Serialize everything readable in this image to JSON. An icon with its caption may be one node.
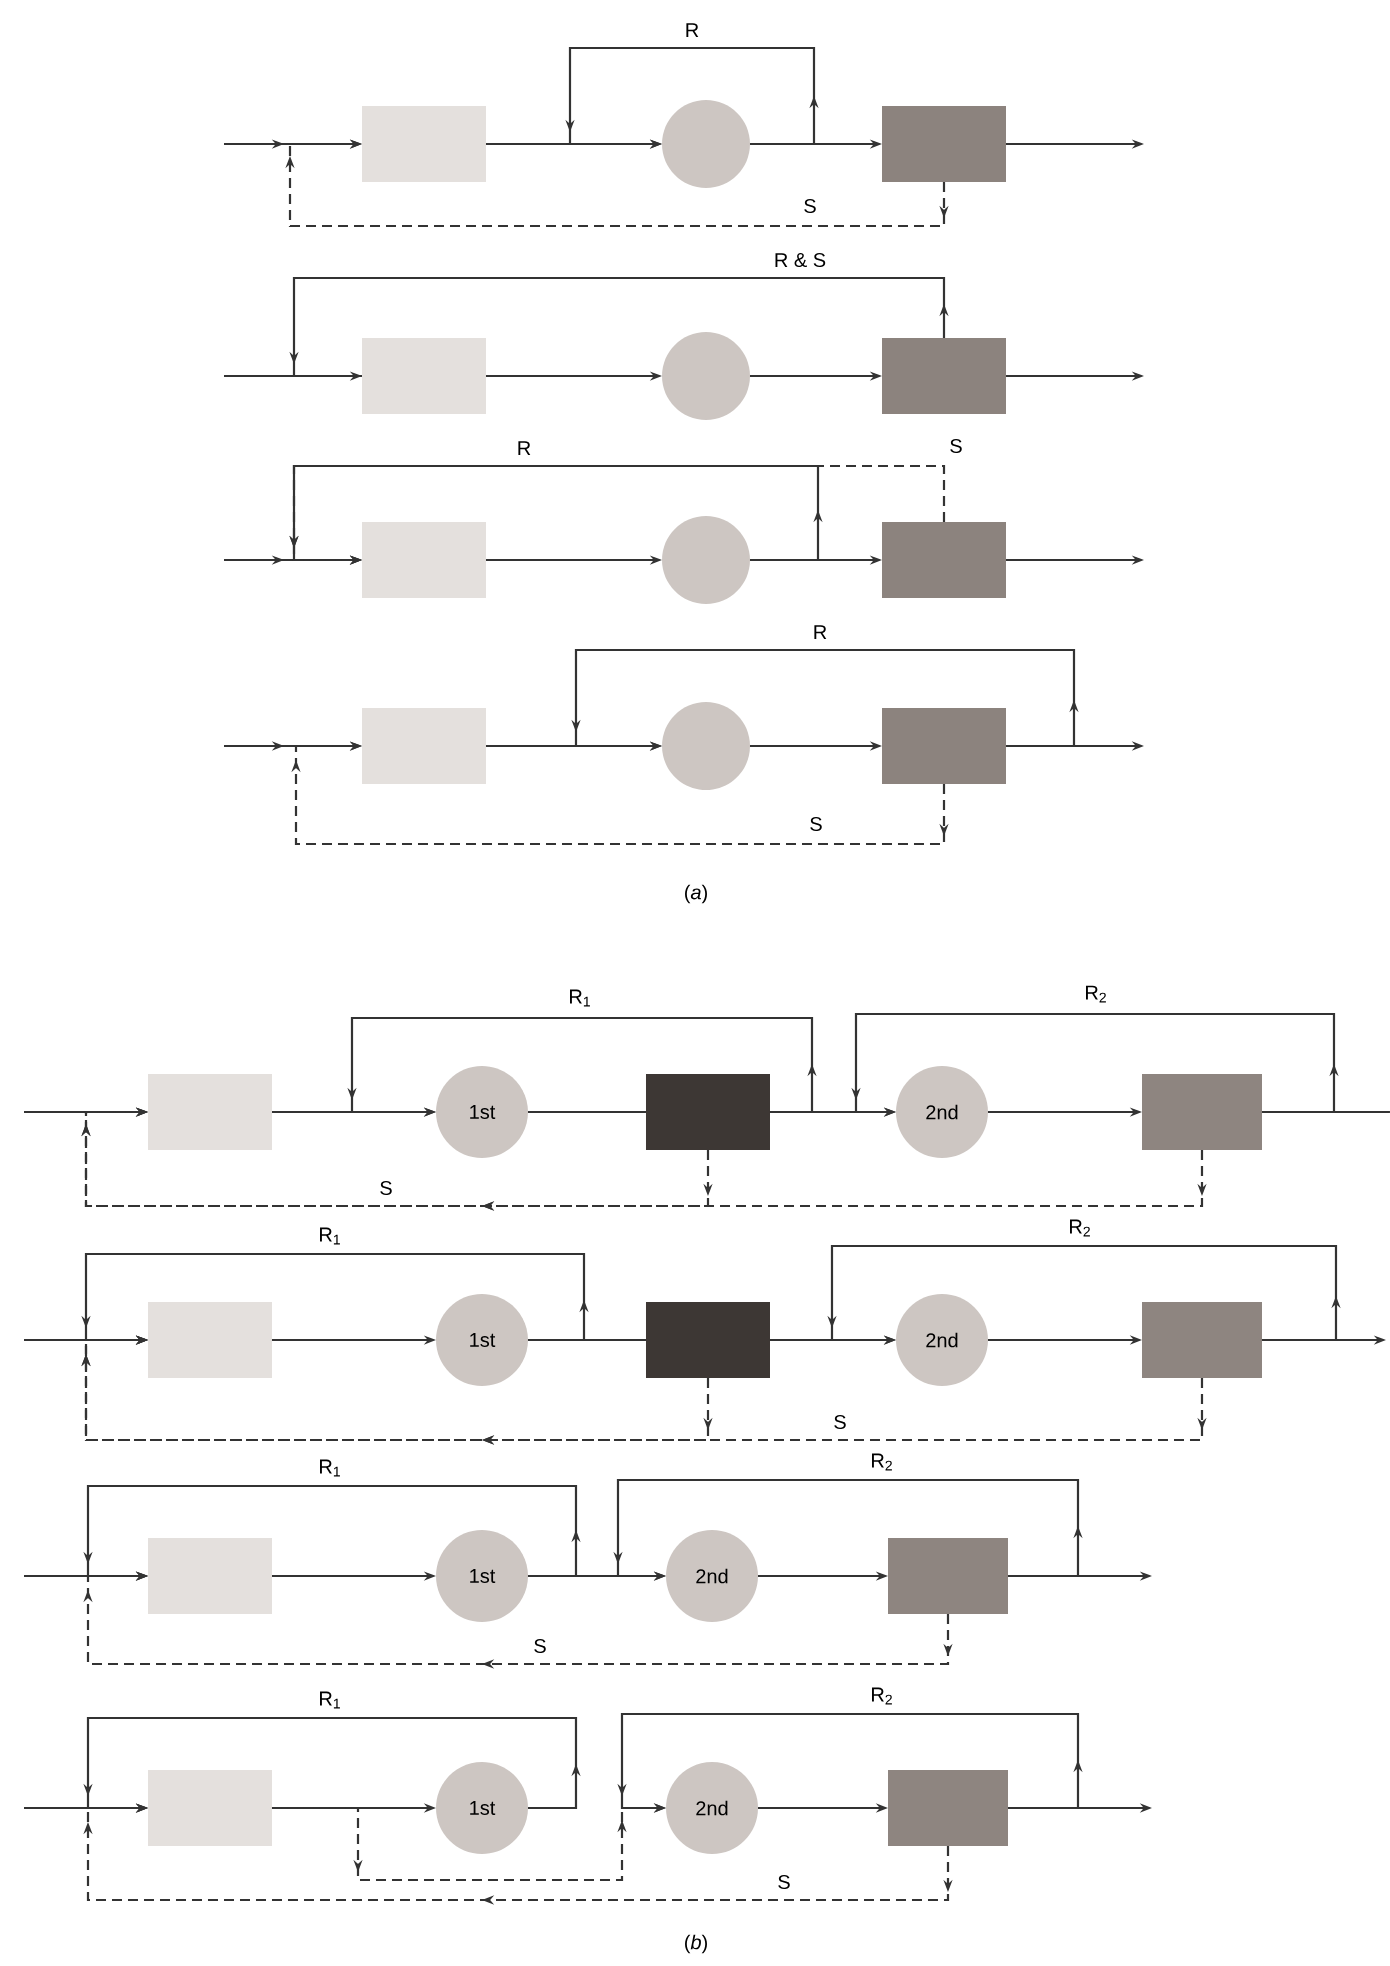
{
  "diagram": {
    "nodes": [
      {
        "text": [],
        "shape": "box"
      },
      {
        "text": [],
        "shape": "circle"
      },
      {
        "text": [],
        "shape": "box"
      },
      {
        "text": [],
        "shape": "box"
      },
      {
        "text": [],
        "shape": "circle"
      },
      {
        "text": [],
        "shape": "box"
      },
      {
        "text": [],
        "shape": "box"
      },
      {
        "text": [],
        "shape": "circle"
      },
      {
        "text": [],
        "shape": "box"
      },
      {
        "text": [],
        "shape": "box"
      },
      {
        "text": [],
        "shape": "circle"
      },
      {
        "text": [],
        "shape": "box"
      },
      {
        "text": [],
        "shape": "box"
      },
      {
        "text": [
          "1st"
        ]
      },
      {
        "text": [],
        "shape": "box"
      },
      {
        "text": [
          "2nd"
        ]
      },
      {
        "text": [],
        "shape": "box"
      },
      {
        "text": [],
        "shape": "box"
      },
      {
        "text": [
          "1st"
        ]
      },
      {
        "text": [],
        "shape": "box"
      },
      {
        "text": [
          "2nd"
        ]
      },
      {
        "text": [],
        "shape": "box"
      },
      {
        "text": [],
        "shape": "box"
      },
      {
        "text": [
          "1st"
        ]
      },
      {
        "text": [
          "2nd"
        ]
      },
      {
        "text": [],
        "shape": "box"
      },
      {
        "text": [],
        "shape": "box"
      },
      {
        "text": [
          "1st"
        ]
      },
      {
        "text": [
          "2nd"
        ]
      },
      {
        "text": [],
        "shape": "box"
      }
    ],
    "edges": [
      {
        "from": null,
        "to": 0,
        "arrow": "to"
      },
      {
        "from": 0,
        "to": 1,
        "arrow": "to"
      },
      {
        "from": 1,
        "to": 2,
        "arrow": "to"
      },
      {
        "from": 2,
        "to": null,
        "arrow": "to"
      },
      {
        "from": 1,
        "to": 1,
        "arrow": "to",
        "label": "R"
      },
      {
        "from": 2,
        "to": 0,
        "arrow": "to",
        "label": "S",
        "style": "dashed"
      },
      {
        "from": null,
        "to": 3,
        "arrow": "none"
      },
      {
        "from": 3,
        "to": 4,
        "arrow": "to"
      },
      {
        "from": 4,
        "to": 5,
        "arrow": "to"
      },
      {
        "from": 5,
        "to": null,
        "arrow": "to"
      },
      {
        "from": 5,
        "to": 3,
        "arrow": "to",
        "label": "R & S"
      },
      {
        "from": null,
        "to": 6,
        "arrow": "to"
      },
      {
        "from": 6,
        "to": 7,
        "arrow": "to"
      },
      {
        "from": 7,
        "to": 8,
        "arrow": "to"
      },
      {
        "from": 8,
        "to": null,
        "arrow": "to"
      },
      {
        "from": 7,
        "to": 6,
        "arrow": "to",
        "label": "R"
      },
      {
        "from": 8,
        "to": 6,
        "arrow": "to",
        "label": "S",
        "style": "dashed"
      },
      {
        "from": null,
        "to": 9,
        "arrow": "to"
      },
      {
        "from": 9,
        "to": 10,
        "arrow": "to"
      },
      {
        "from": 10,
        "to": 11,
        "arrow": "to"
      },
      {
        "from": 11,
        "to": null,
        "arrow": "to"
      },
      {
        "from": 11,
        "to": 10,
        "arrow": "to",
        "label": "R"
      },
      {
        "from": 11,
        "to": 9,
        "arrow": "to",
        "label": "S",
        "style": "dashed"
      },
      {
        "from": null,
        "to": 12,
        "arrow": "to"
      },
      {
        "from": 12,
        "to": 13,
        "arrow": "to"
      },
      {
        "from": 13,
        "to": 14,
        "arrow": "none"
      },
      {
        "from": 14,
        "to": 15,
        "arrow": "to"
      },
      {
        "from": 15,
        "to": 16,
        "arrow": "to"
      },
      {
        "from": 16,
        "to": null,
        "arrow": "none"
      },
      {
        "from": 14,
        "to": 13,
        "arrow": "to",
        "label": "R$_{1}$"
      },
      {
        "from": 16,
        "to": 15,
        "arrow": "to",
        "label": "R$_{2}$"
      },
      {
        "from": 14,
        "to": 12,
        "arrow": "to",
        "style": "dashed"
      },
      {
        "from": 16,
        "to": 12,
        "arrow": "to",
        "label": "S",
        "style": "dashed"
      },
      {
        "from": null,
        "to": 17,
        "arrow": "to"
      },
      {
        "from": 17,
        "to": 18,
        "arrow": "to"
      },
      {
        "from": 18,
        "to": 19,
        "arrow": "none"
      },
      {
        "from": 19,
        "to": 20,
        "arrow": "to"
      },
      {
        "from": 20,
        "to": 21,
        "arrow": "to"
      },
      {
        "from": 21,
        "to": null,
        "arrow": "to"
      },
      {
        "from": 18,
        "to": 17,
        "arrow": "to",
        "label": "R$_{1}$"
      },
      {
        "from": 21,
        "to": 20,
        "arrow": "to",
        "label": "R$_{2}$"
      },
      {
        "from": 19,
        "to": 17,
        "arrow": "to",
        "style": "dashed"
      },
      {
        "from": 21,
        "to": 17,
        "arrow": "to",
        "label": "S",
        "style": "dashed"
      },
      {
        "from": null,
        "to": 22,
        "arrow": "to"
      },
      {
        "from": 22,
        "to": 23,
        "arrow": "to"
      },
      {
        "from": 23,
        "to": 24,
        "arrow": "to"
      },
      {
        "from": 24,
        "to": 25,
        "arrow": "to"
      },
      {
        "from": 25,
        "to": null,
        "arrow": "to"
      },
      {
        "from": 23,
        "to": 22,
        "arrow": "to",
        "label": "R$_{1}$"
      },
      {
        "from": 25,
        "to": 24,
        "arrow": "to",
        "label": "R$_{2}$"
      },
      {
        "from": 25,
        "to": 22,
        "arrow": "to",
        "label": "S",
        "style": "dashed"
      },
      {
        "from": null,
        "to": 26,
        "arrow": "to"
      },
      {
        "from": 26,
        "to": 27,
        "arrow": "to"
      },
      {
        "from": 27,
        "to": 26,
        "arrow": "to",
        "label": "R$_{1}$"
      },
      {
        "from": 26,
        "to": 28,
        "arrow": "to",
        "style": "dashed"
      },
      {
        "from": 29,
        "to": 28,
        "arrow": "to",
        "label": "R$_{2}$"
      },
      {
        "from": 28,
        "to": 29,
        "arrow": "to"
      },
      {
        "from": 29,
        "to": null,
        "arrow": "to"
      },
      {
        "from": 29,
        "to": 26,
        "arrow": "to",
        "label": "S",
        "style": "dashed"
      }
    ],
    "labels": [
      "(*a*)",
      "(*b*)"
    ]
  }
}
